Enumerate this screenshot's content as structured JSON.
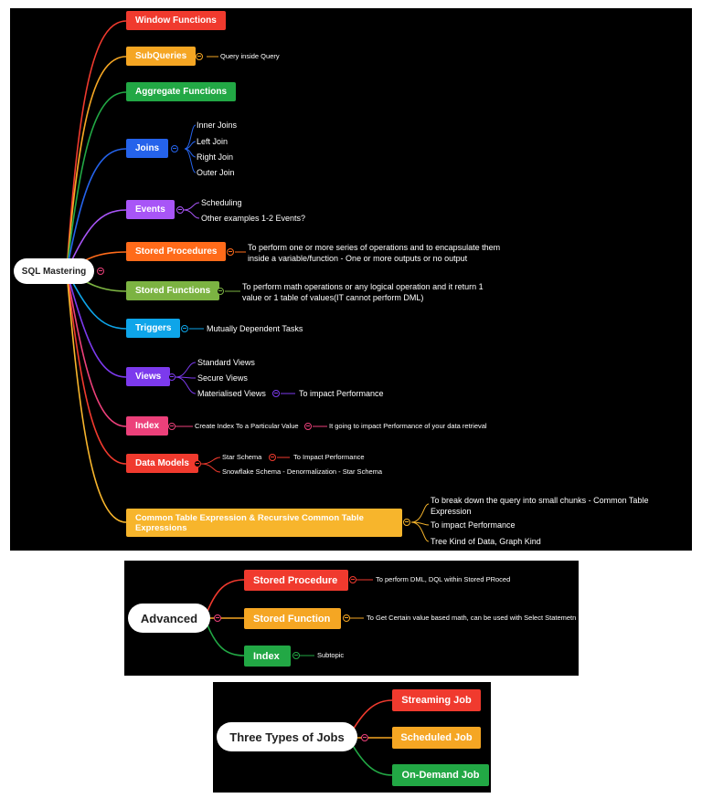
{
  "colors": {
    "red": "#f03a2e",
    "orange": "#f5a623",
    "green": "#22a845",
    "blue": "#2563eb",
    "purple": "#a855f7",
    "orangered": "#ff6b1a",
    "lime": "#7cb342",
    "cyan": "#0ea5e9",
    "violet": "#7c3aed",
    "pink": "#ec407a",
    "gold": "#f7b52c"
  },
  "map1": {
    "root": "SQL Mastering",
    "topics": [
      {
        "label": "Window Functions",
        "children": []
      },
      {
        "label": "SubQueries",
        "children": [
          "Query inside Query"
        ]
      },
      {
        "label": "Aggregate Functions",
        "children": []
      },
      {
        "label": "Joins",
        "children": [
          "Inner Joins",
          "Left Join",
          "Right Join",
          "Outer Join"
        ]
      },
      {
        "label": "Events",
        "children": [
          "Scheduling",
          "Other examples 1-2 Events?"
        ]
      },
      {
        "label": "Stored Procedures",
        "children": [
          "To perform one or more series of operations and to encapsulate them\ninside a variable/function - One or more outputs or no output"
        ]
      },
      {
        "label": "Stored Functions",
        "children": [
          "To perform math operations or any logical operation and it return 1\nvalue or 1 table of values(IT cannot perform DML)"
        ]
      },
      {
        "label": "Triggers",
        "children": [
          "Mutually Dependent Tasks"
        ]
      },
      {
        "label": "Views",
        "children": [
          "Standard Views",
          "Secure Views",
          "Materialised Views"
        ],
        "grandchild": "To impact Performance"
      },
      {
        "label": "Index",
        "children": [
          "Create Index To a Particular Value"
        ],
        "grandchild": "It going to impact Performance of your data retrieval"
      },
      {
        "label": "Data Models",
        "children": [
          "Star Schema",
          "Snowflake Schema - Denormalization - Star Schema"
        ],
        "grandchild": "To Impact Performance"
      },
      {
        "label": "Common Table Expression & Recursive Common Table\nExpressions",
        "children": [
          "To break down the query into small chunks - Common Table\nExpression",
          "To impact Performance",
          "Tree Kind of Data, Graph Kind"
        ]
      }
    ]
  },
  "map2": {
    "root": "Advanced",
    "topics": [
      {
        "label": "Stored Procedure",
        "child": "To perform DML, DQL within Stored PRoced"
      },
      {
        "label": "Stored Function",
        "child": "To Get Certain value based math, can be used with Select Statemetn"
      },
      {
        "label": "Index",
        "child": "Subtopic"
      }
    ]
  },
  "map3": {
    "root": "Three Types of Jobs",
    "topics": [
      "Streaming Job",
      "Scheduled Job",
      "On-Demand Job"
    ]
  }
}
